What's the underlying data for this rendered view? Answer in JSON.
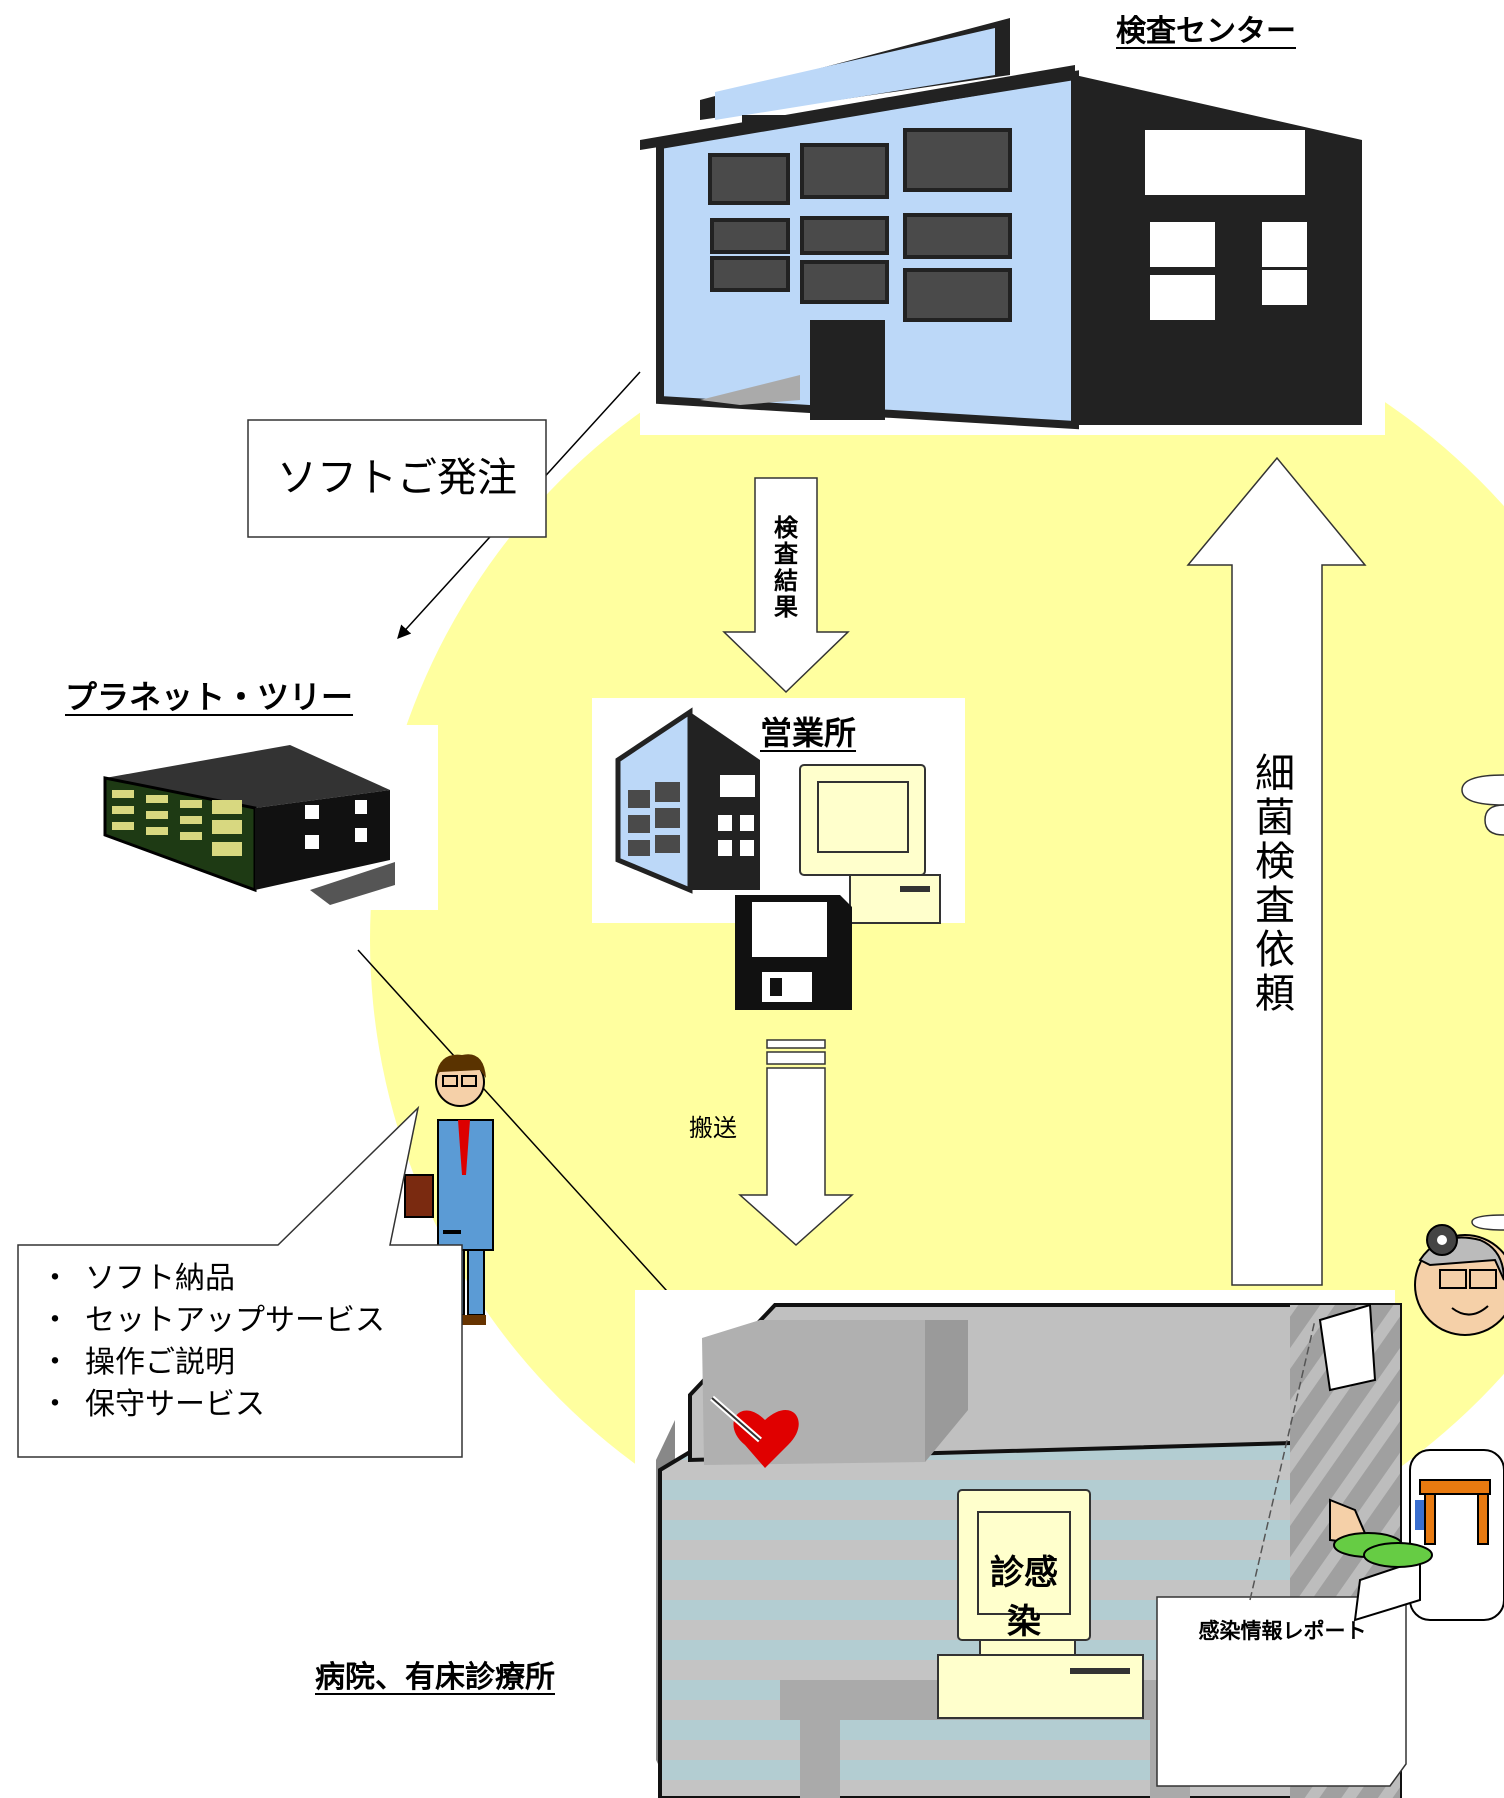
{
  "labels": {
    "center": "検査センター",
    "planet": "プラネット・ツリー",
    "office": "営業所",
    "hospital": "病院、有床診療所",
    "order": "ソフトご発注",
    "result_chars": [
      "検",
      "査",
      "結",
      "果"
    ],
    "request_chars": [
      "細",
      "菌",
      "検",
      "査",
      "依",
      "頼"
    ],
    "transport": "搬送",
    "monitor": "診感染",
    "report": "感染情報レポート"
  },
  "services": [
    "ソフト納品",
    "セットアップサービス",
    "操作ご説明",
    "保守サービス"
  ],
  "colors": {
    "circle": "#ffff9f",
    "building_face": "#bcd8f8",
    "building_dark": "#222222",
    "hospital_gray": "#c0c0c0",
    "hospital_teal": "#a9c8cd",
    "heart": "#e00000",
    "green_building": "#1e3a14"
  }
}
